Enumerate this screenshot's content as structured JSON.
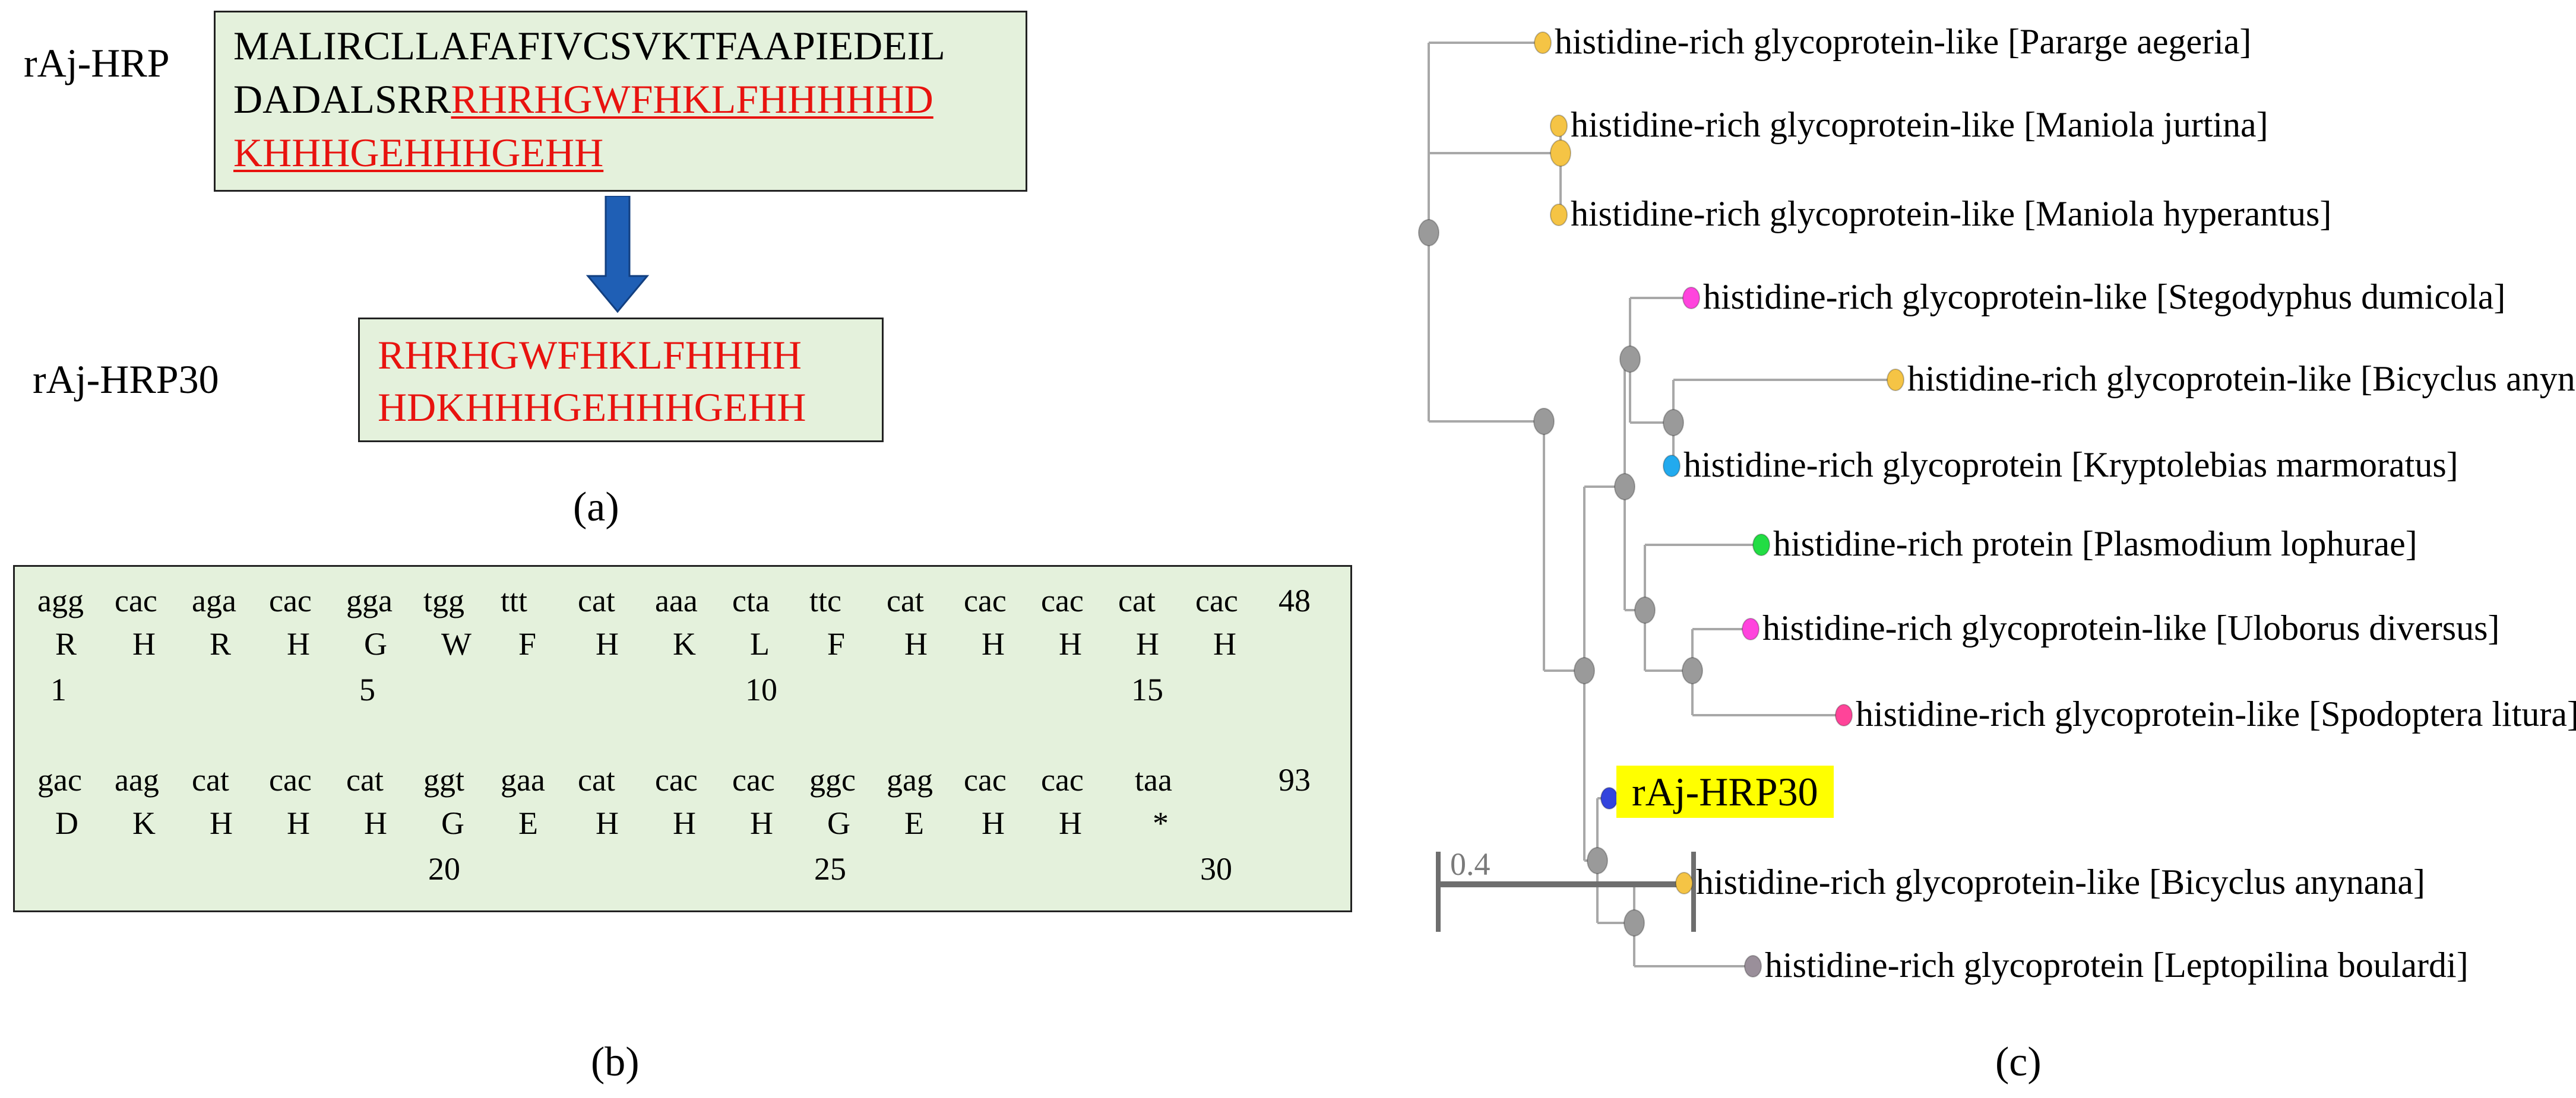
{
  "panel_a": {
    "label_hrp": "rAj-HRP",
    "label_hrp30": "rAj-HRP30",
    "hrp_line1": "MALIRCLLAFAFIVCSVKTFAAPIEDEIL",
    "hrp_line2_black": "DADALSRR",
    "hrp_line2_red": "RHRHGWFHKLFHHHHHD",
    "hrp_line3_red": "KHHHGEHHHGEHH",
    "hrp30_line1": "RHRHGWFHKLFHHHH",
    "hrp30_line2": "HDKHHHGEHHHGEHH",
    "panel_label": "(a)",
    "arrow_color": "#1f5fb5"
  },
  "panel_b": {
    "codons_row1": [
      "agg",
      "cac",
      "aga",
      "cac",
      "gga",
      "tgg",
      "ttt",
      "cat",
      "aaa",
      "cta",
      "ttc",
      "cat",
      "cac",
      "cac",
      "cat",
      "cac"
    ],
    "count_row1": "48",
    "aa_row1": [
      "R",
      "H",
      "R",
      "H",
      "G",
      "W",
      "F",
      "H",
      "K",
      "L",
      "F",
      "H",
      "H",
      "H",
      "H",
      "H"
    ],
    "nums_row1": [
      "1",
      "5",
      "10",
      "15"
    ],
    "codons_row2": [
      "gac",
      "aag",
      "cat",
      "cac",
      "cat",
      "ggt",
      "gaa",
      "cat",
      "cac",
      "cac",
      "ggc",
      "gag",
      "cac",
      "cac",
      "taa"
    ],
    "count_row2": "93",
    "aa_row2": [
      "D",
      "K",
      "H",
      "H",
      "H",
      "G",
      "E",
      "H",
      "H",
      "H",
      "G",
      "E",
      "H",
      "H",
      "*"
    ],
    "nums_row2": [
      "20",
      "25",
      "30"
    ],
    "panel_label": "(b)"
  },
  "panel_c": {
    "panel_label": "(c)",
    "scale_label": "0.4",
    "highlight_label": "rAj-HRP30",
    "leaves": [
      {
        "label": "histidine-rich glycoprotein-like [Pararge aegeria]",
        "color": "#f5c445"
      },
      {
        "label": "histidine-rich glycoprotein-like [Maniola jurtina]",
        "color": "#f5c445"
      },
      {
        "label": "histidine-rich glycoprotein-like [Maniola hyperantus]",
        "color": "#f5c445"
      },
      {
        "label": "histidine-rich glycoprotein-like [Stegodyphus dumicola]",
        "color": "#ff44dd"
      },
      {
        "label": "histidine-rich glycoprotein-like [Bicyclus anynana]",
        "color": "#f5c445"
      },
      {
        "label": "histidine-rich glycoprotein [Kryptolebias marmoratus]",
        "color": "#22aaee"
      },
      {
        "label": "histidine-rich protein [Plasmodium lophurae]",
        "color": "#22dd44"
      },
      {
        "label": "histidine-rich glycoprotein-like [Uloborus diversus]",
        "color": "#ff44dd"
      },
      {
        "label": "histidine-rich glycoprotein-like [Spodoptera litura]",
        "color": "#ff4499"
      },
      {
        "label": "histidine-rich glycoprotein-like [Bicyclus anynana]",
        "color": "#f5c445"
      },
      {
        "label": "histidine-rich glycoprotein [Leptopilina boulardi]",
        "color": "#9a8f9a"
      }
    ],
    "rAj_color": "#3344dd",
    "node_color": "#9a9a9a",
    "branch_color": "#a8a8a8",
    "scale_color": "#6e6e6e"
  }
}
